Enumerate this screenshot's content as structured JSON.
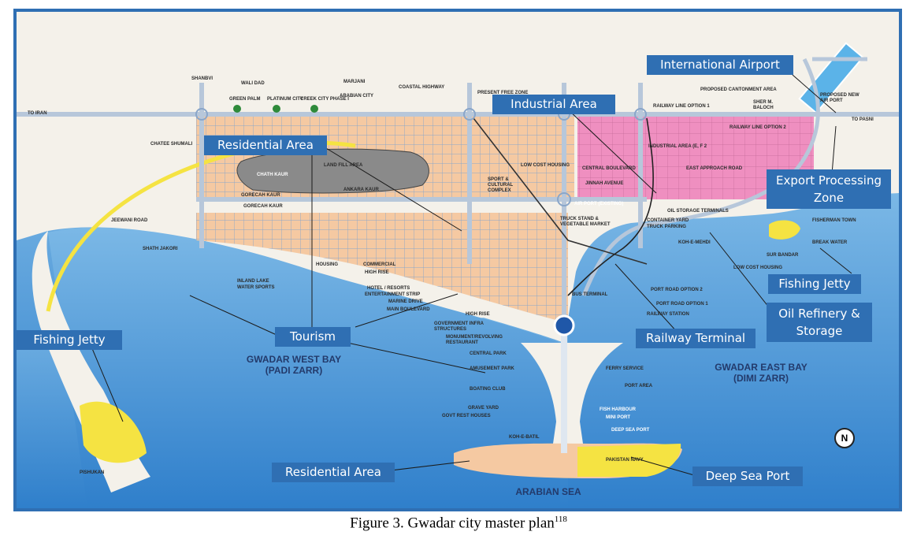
{
  "caption": {
    "text": "Figure 3. Gwadar city master plan",
    "superscript": "118"
  },
  "callouts": {
    "international_airport": "International Airport",
    "industrial_area": "Industrial Area",
    "residential_area_north": "Residential Area",
    "export_processing_zone": "Export Processing  Zone",
    "fishing_jetty_east": "Fishing Jetty",
    "oil_refinery": "Oil Refinery & Storage",
    "railway_terminal": "Railway Terminal",
    "tourism": "Tourism",
    "fishing_jetty_west": "Fishing Jetty",
    "residential_area_south": "Residential Area",
    "deep_sea_port": "Deep Sea Port"
  },
  "bays": {
    "west_line1": "GWADAR WEST BAY",
    "west_line2": "(PADI ZARR)",
    "east_line1": "GWADAR EAST BAY",
    "east_line2": "(DIMI ZARR)",
    "sea": "ARABIAN SEA"
  },
  "north": "N",
  "colors": {
    "frame": "#2f6fb3",
    "sea": "#3a86cf",
    "land": "#f4f1ea",
    "residential": "#f5c9a2",
    "industrial": "#ef8fc0",
    "landfill": "#8a8a8a",
    "road": "#b7c7da",
    "accent_yellow": "#f5e342",
    "green": "#2e8a3a"
  },
  "labels": {
    "to_iran": "TO IRAN",
    "to_pasni": "TO PASNI",
    "shanbvi": "SHANBVI",
    "wali_dad": "WALI DAD",
    "marjani": "MARJANI",
    "arabian_city": "ARABIAN CITY",
    "coastal_highway": "COASTAL HIGHWAY",
    "green_palm": "GREEN PALM",
    "platinum_city": "PLATINUM CITY",
    "creek_city": "CREEK CITY PHASE I",
    "chatee_shumali": "CHATEE SHUMALI",
    "chath_kaur": "CHATH KAUR",
    "land_fill_area": "LAND FILL AREA",
    "ankara_kaur": "ANKARA KAUR",
    "gorkani_kaur": "GORECAH KAUR",
    "gorkani_kaur2": "GORECAH KAUR",
    "jewani_road": "JEEWANI ROAD",
    "shatt_jakori": "SHATH JAKORI",
    "housing": "HOUSING",
    "commercial": "COMMERCIAL",
    "high_rise": "HIGH RISE",
    "inland_lake": "INLAND LAKE",
    "water_sports": "WATER SPORTS",
    "hotel_resorts": "HOTEL / RESORTS",
    "entertainment_strip": "ENTERTAINMENT STRIP",
    "marine_drive": "MARINE DRIVE",
    "main_boulevard": "MAIN BOULEVARD",
    "high_rise2": "HIGH RISE",
    "government_infra": "GOVERNMENT INFRA STRUCTURES",
    "monument": "MONUMENT/REVOLVING RESTAURANT",
    "central_park": "CENTRAL PARK",
    "amusement_park": "AMUSEMENT PARK",
    "boating_club": "BOATING CLUB",
    "grave_yard": "GRAVE YARD",
    "govt_rest_houses": "GOVT REST HOUSES",
    "koh_e_batil": "KOH-E-BATIL",
    "fish_harbour": "FISH HARBOUR",
    "mini_port": "MINI PORT",
    "deep_sea_port_lbl": "DEEP SEA PORT",
    "pakistan_navy": "PAKISTAN NAVY",
    "ferry_service": "FERRY SERVICE",
    "port_area": "PORT AREA",
    "bus_terminal": "BUS TERMINAL",
    "port_road_option2": "PORT ROAD OPTION 2",
    "port_road_option1": "PORT ROAD OPTION 1",
    "railway_station": "RAILWAY STATION",
    "low_cost_housing": "LOW COST HOUSING",
    "sport_cultural": "SPORT & CULTURAL COMPLEX",
    "central_boulevard": "CENTRAL BOULEVARD",
    "jinnah_avenue": "JINNAH AVENUE",
    "air_port_existing": "AIR PORT (EXISTING)",
    "truck_stand": "TRUCK STAND & VEGETABLE MARKET",
    "oil_storage_terminals": "OIL STORAGE TERMINALS",
    "container_yard": "CONTAINER YARD",
    "truck_parking": "TRUCK PARKING",
    "koh_e_mehdi": "KOH-E-MEHDI",
    "low_cost_housing2": "LOW COST HOUSING",
    "sur_bandar": "SUR BANDAR",
    "break_water": "BREAK WATER",
    "fisherman_town": "FISHERMAN TOWN",
    "industrial_area_e_f2": "INDUSTRIAL AREA (E, F 2",
    "east_approach_road": "EAST APPROACH ROAD",
    "railway_line_option1": "RAILWAY LINE OPTION 1",
    "railway_line_option2": "RAILWAY LINE OPTION 2",
    "proposed_cantonment": "PROPOSED CANTONMENT AREA",
    "sher_m_baloch": "SHER M. BALOCH",
    "proposed_new_airport": "PROPOSED NEW AIR PORT",
    "peshkan": "PISHUKAN",
    "free_zone": "PRESENT FREE ZONE"
  }
}
